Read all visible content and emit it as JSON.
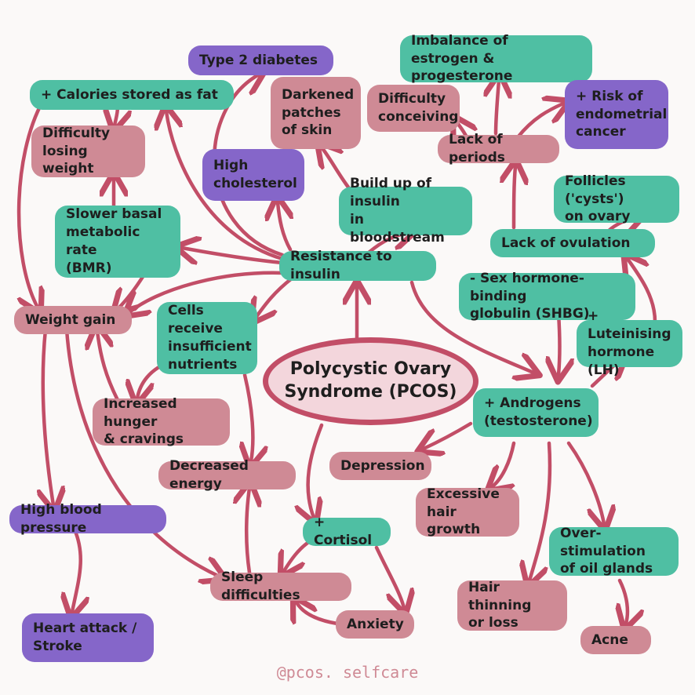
{
  "title": "Polycystic Ovary\nSyndrome (PCOS)",
  "credit": "@pcos. selfcare",
  "colors": {
    "teal": "#4fbfa3",
    "pink": "#cf8a95",
    "purple": "#8566c9",
    "arrow": "#c24e67",
    "center_fill": "#f3d6dc"
  },
  "nodes": {
    "type2_diabetes": "Type 2 diabetes",
    "calories_fat": "+ Calories stored as fat",
    "darkened_skin": "Darkened\npatches\nof skin",
    "difficulty_losing_weight": "Difficulty\nlosing weight",
    "high_cholesterol": "High\ncholesterol",
    "slower_bmr": "Slower basal\nmetabolic rate\n(BMR)",
    "build_up_insulin": "Build up of insulin\nin bloodstream",
    "resistance_insulin": "Resistance to insulin",
    "weight_gain": "Weight gain",
    "cells_insufficient": "Cells receive\ninsufficient\nnutrients",
    "increased_hunger": "Increased hunger\n& cravings",
    "decreased_energy": "Decreased energy",
    "high_blood_pressure": "High blood pressure",
    "heart_attack": "Heart attack /\nStroke",
    "sleep_difficulties": "Sleep difficulties",
    "cortisol": "+ Cortisol",
    "anxiety": "Anxiety",
    "depression": "Depression",
    "imbalance_estrogen": "Imbalance of\nestrogen & progesterone",
    "difficulty_conceiving": "Difficulty\nconceiving",
    "risk_endometrial": "+ Risk of\nendometrial\ncancer",
    "lack_periods": "Lack of periods",
    "follicles": "Follicles ('cysts')\non ovary",
    "lack_ovulation": "Lack of ovulation",
    "shbg": "- Sex hormone-binding\nglobulin (SHBG)",
    "lh": "+ Luteinising\nhormone (LH)",
    "androgens": "+ Androgens\n(testosterone)",
    "excessive_hair": "Excessive\nhair growth",
    "oil_glands": "Over-stimulation\nof oil glands",
    "hair_thinning": "Hair thinning\nor loss",
    "acne": "Acne"
  }
}
